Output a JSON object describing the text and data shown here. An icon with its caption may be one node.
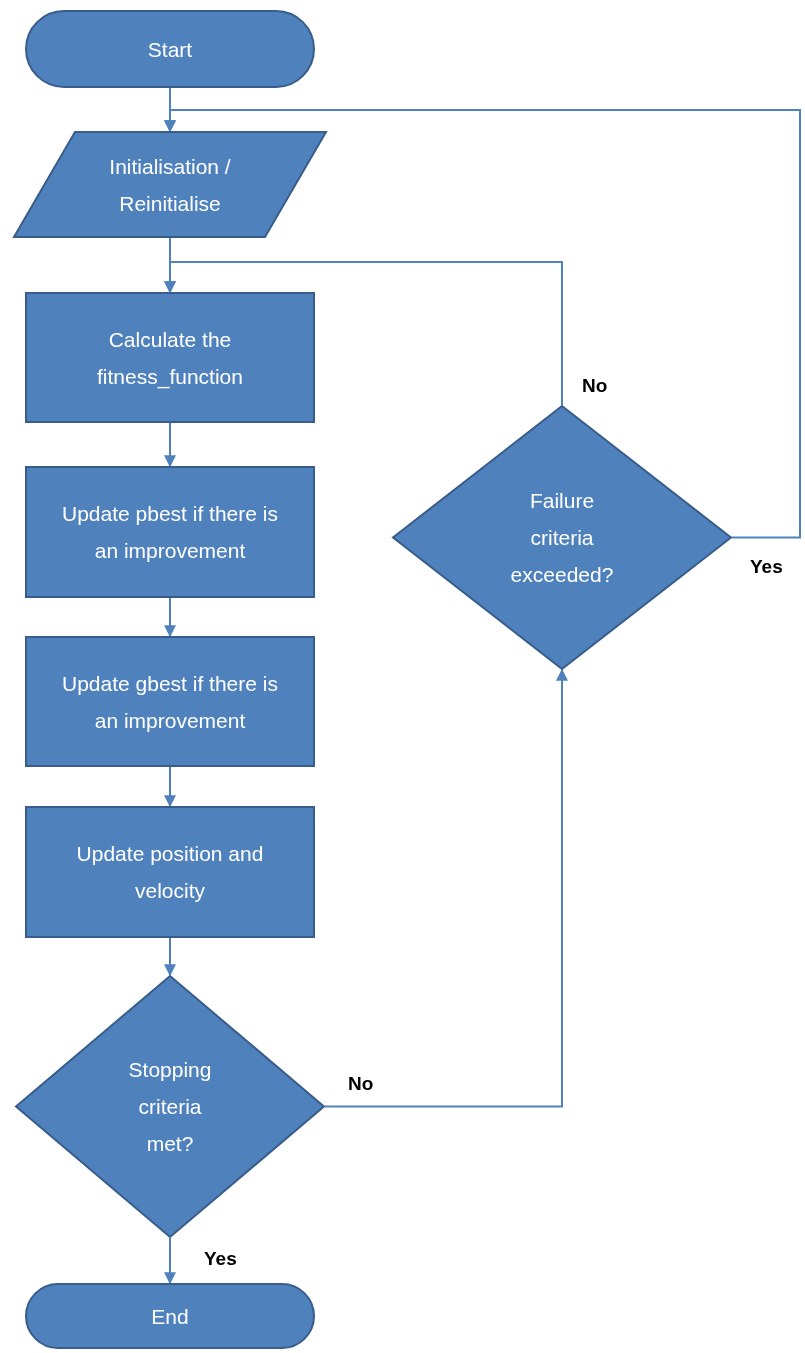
{
  "diagram": {
    "nodes": [
      {
        "text": [
          "Start"
        ]
      },
      {
        "text": [
          "Initialisation / Reinitialise"
        ]
      },
      {
        "text": [
          "Calculate the fitness_function"
        ]
      },
      {
        "text": [
          "Update pbest if there is an improvement"
        ]
      },
      {
        "text": [
          "Update gbest if there is an improvement"
        ]
      },
      {
        "text": [
          "Update position and velocity"
        ]
      },
      {
        "text": [
          "Stopping criteria met?"
        ]
      },
      {
        "text": [
          "End"
        ]
      },
      {
        "text": [
          "Failure criteria exceeded?"
        ]
      }
    ],
    "edges": [
      {
        "from": 0,
        "to": 1,
        "arrow": "to"
      },
      {
        "from": 1,
        "to": 2,
        "arrow": "to"
      },
      {
        "from": 2,
        "to": 3,
        "arrow": "to"
      },
      {
        "from": 3,
        "to": 4,
        "arrow": "to"
      },
      {
        "from": 4,
        "to": 5,
        "arrow": "to"
      },
      {
        "from": 5,
        "to": 6,
        "arrow": "to"
      },
      {
        "from": 6,
        "to": 7,
        "arrow": "to",
        "label": "Yes"
      },
      {
        "from": 6,
        "to": 8,
        "arrow": "to",
        "label": "No"
      },
      {
        "from": 8,
        "to": 2,
        "arrow": "to",
        "label": "No"
      },
      {
        "from": 8,
        "to": 1,
        "arrow": "to",
        "label": "Yes"
      }
    ]
  }
}
